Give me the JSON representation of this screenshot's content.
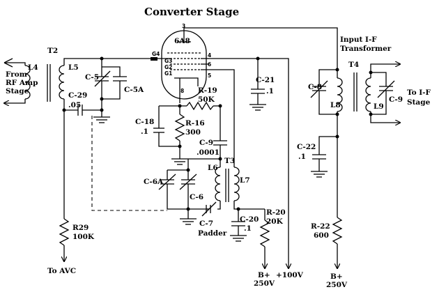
{
  "title": "Converter Stage",
  "tube": {
    "label": "6A8",
    "pins": [
      "3",
      "4",
      "6",
      "5",
      "8",
      "G4",
      "G3",
      "G2",
      "G1"
    ]
  },
  "labels": {
    "t2": "T2",
    "l4": "L4",
    "l5": "L5",
    "from_line1": "From",
    "from_line2": "RF Amp",
    "from_line3": "Stage",
    "c5": "C-5",
    "c5a": "C-5A",
    "c29": "C-29",
    "c29_val": ".05",
    "r19": "R-19",
    "r19_val": "50K",
    "c18": "C-18",
    "c18_val": ".1",
    "r16": "R-16",
    "r16_val": "300",
    "c9_grid": "C-9",
    "c9_grid_val": ".0001",
    "c21": "C-21",
    "c21_val": ".1",
    "t3": "T3",
    "l6": "L6",
    "l7": "L7",
    "c6a": "C-6A",
    "c6": "C-6",
    "c7": "C-7",
    "padder": "Padder",
    "c20": "C-20",
    "c20_val": ".1",
    "r20": "R-20",
    "r20_val": "20K",
    "r29": "R29",
    "r29_val": "100K",
    "to_avc": "To AVC",
    "bplus1_a": "B+",
    "bplus1_b": "250V",
    "plus100": "+100V",
    "input_if1": "Input I-F",
    "input_if2": "Transformer",
    "t4": "T4",
    "c8": "C-8",
    "l8": "L8",
    "l9": "L9",
    "c9_if": "C-9",
    "to_if1": "To I-F",
    "to_if2": "Stage",
    "c22": "C-22",
    "c22_val": ".1",
    "r22": "R-22",
    "r22_val": "600",
    "bplus2_a": "B+",
    "bplus2_b": "250V"
  }
}
